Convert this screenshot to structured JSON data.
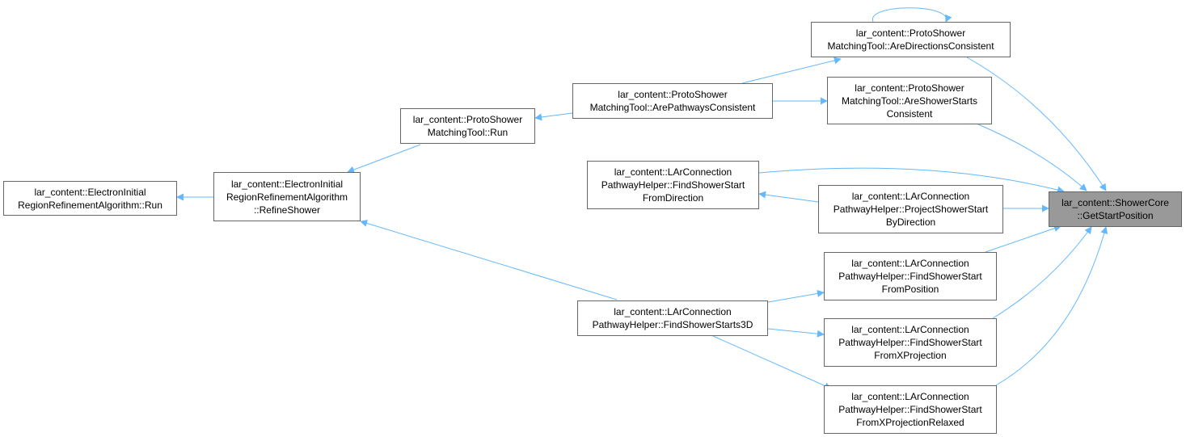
{
  "colors": {
    "edge": "#63b8ff",
    "node_border": "#666666",
    "node_fill": "#ffffff",
    "target_fill": "#999999",
    "text": "#000000"
  },
  "nodes": {
    "electron_run": {
      "lines": [
        "lar_content::ElectronInitial",
        "RegionRefinementAlgorithm::Run"
      ]
    },
    "refine_shower": {
      "lines": [
        "lar_content::ElectronInitial",
        "RegionRefinementAlgorithm",
        "::RefineShower"
      ]
    },
    "proto_run": {
      "lines": [
        "lar_content::ProtoShower",
        "MatchingTool::Run"
      ]
    },
    "are_pathways": {
      "lines": [
        "lar_content::ProtoShower",
        "MatchingTool::ArePathwaysConsistent"
      ]
    },
    "are_directions": {
      "lines": [
        "lar_content::ProtoShower",
        "MatchingTool::AreDirectionsConsistent"
      ]
    },
    "are_starts": {
      "lines": [
        "lar_content::ProtoShower",
        "MatchingTool::AreShowerStarts",
        "Consistent"
      ]
    },
    "find_from_direction": {
      "lines": [
        "lar_content::LArConnection",
        "PathwayHelper::FindShowerStart",
        "FromDirection"
      ]
    },
    "project_by_direction": {
      "lines": [
        "lar_content::LArConnection",
        "PathwayHelper::ProjectShowerStart",
        "ByDirection"
      ]
    },
    "find_starts_3d": {
      "lines": [
        "lar_content::LArConnection",
        "PathwayHelper::FindShowerStarts3D"
      ]
    },
    "find_from_position": {
      "lines": [
        "lar_content::LArConnection",
        "PathwayHelper::FindShowerStart",
        "FromPosition"
      ]
    },
    "find_from_xproj": {
      "lines": [
        "lar_content::LArConnection",
        "PathwayHelper::FindShowerStart",
        "FromXProjection"
      ]
    },
    "find_from_xproj_relaxed": {
      "lines": [
        "lar_content::LArConnection",
        "PathwayHelper::FindShowerStart",
        "FromXProjectionRelaxed"
      ]
    },
    "get_start_position": {
      "lines": [
        "lar_content::ShowerCore",
        "::GetStartPosition"
      ]
    }
  }
}
